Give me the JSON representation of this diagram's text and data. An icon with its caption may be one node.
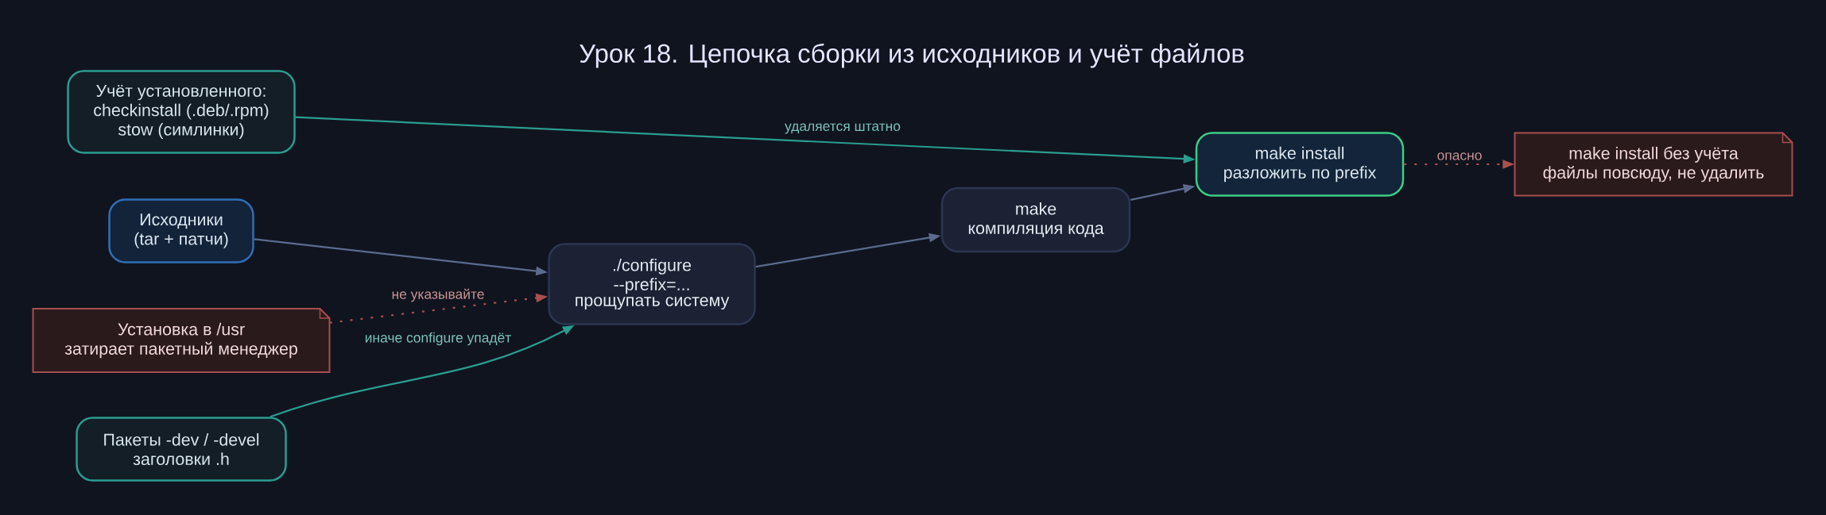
{
  "diagram": {
    "title": "Урок 18. Цепочка сборки из исходников и учёт файлов",
    "nodes": [
      {
        "text": [
          "Учёт установленного:",
          "checkinstall (.deb/.rpm)",
          "stow (симлинки)"
        ]
      },
      {
        "text": [
          "Исходники",
          "(tar + патчи)"
        ]
      },
      {
        "text": [
          "Установка в /usr",
          "затирает пакетный менеджер"
        ]
      },
      {
        "text": [
          "Пакеты -dev / -devel",
          "заголовки .h"
        ]
      },
      {
        "text": [
          "./configure --prefix=...",
          "прощупать систему"
        ]
      },
      {
        "text": [
          "make",
          "компиляция кода"
        ]
      },
      {
        "text": [
          "make install",
          "разложить по prefix"
        ]
      },
      {
        "text": [
          "make install без учёта",
          "файлы повсюду, не удалить"
        ]
      }
    ],
    "edges": [
      {
        "from": 0,
        "to": 6,
        "arrow": "to",
        "label": "удаляется штатно",
        "color": "#2a9d8f"
      },
      {
        "from": 1,
        "to": 4,
        "arrow": "to"
      },
      {
        "from": 2,
        "to": 4,
        "arrow": "to",
        "label": "не указывайте",
        "style": "dashed",
        "color": "#a8514f"
      },
      {
        "from": 3,
        "to": 4,
        "arrow": "to",
        "label": "иначе configure упадёт",
        "color": "#2a9d8f"
      },
      {
        "from": 4,
        "to": 5,
        "arrow": "to"
      },
      {
        "from": 5,
        "to": 6,
        "arrow": "to"
      },
      {
        "from": 6,
        "to": 7,
        "arrow": "to",
        "label": "опасно",
        "style": "dashed",
        "color": "#a8514f"
      }
    ]
  }
}
